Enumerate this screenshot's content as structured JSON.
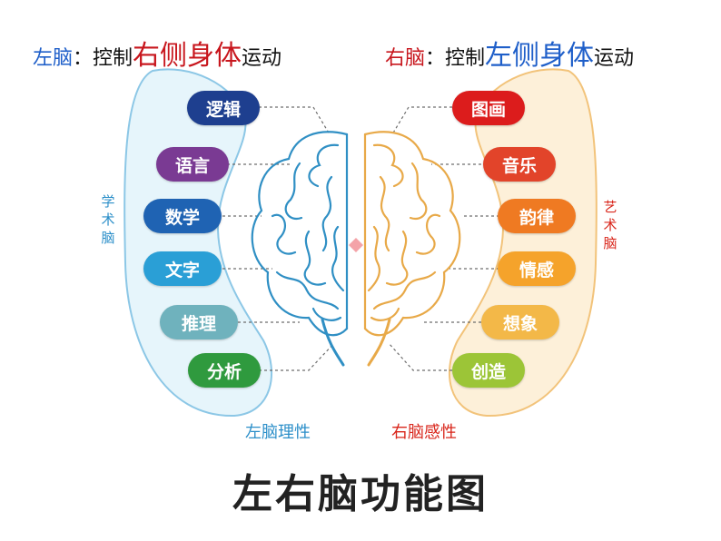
{
  "captions": {
    "left": {
      "head": "左脑",
      "mid": "：控制",
      "big": "右侧身体",
      "tail": "运动",
      "head_color": "#1f5fc9",
      "big_color": "#c8161d"
    },
    "right": {
      "head": "右脑",
      "mid": "：控制",
      "big": "左侧身体",
      "tail": "运动",
      "head_color": "#c8161d",
      "big_color": "#1f5fc9"
    }
  },
  "left_hemisphere": {
    "side_label": "学术脑",
    "bottom_label": "左脑理性",
    "label_color": "#2c8fc9",
    "items": [
      {
        "label": "逻辑",
        "color": "#1e3f8f"
      },
      {
        "label": "语言",
        "color": "#7a3a93"
      },
      {
        "label": "数学",
        "color": "#1f63b3"
      },
      {
        "label": "文字",
        "color": "#2a9fd6"
      },
      {
        "label": "推理",
        "color": "#6fb2bd"
      },
      {
        "label": "分析",
        "color": "#2f9a3e"
      }
    ]
  },
  "right_hemisphere": {
    "side_label": "艺术脑",
    "bottom_label": "右脑感性",
    "label_color": "#d9271c",
    "items": [
      {
        "label": "图画",
        "color": "#dc1c1c"
      },
      {
        "label": "音乐",
        "color": "#e2442a"
      },
      {
        "label": "韵律",
        "color": "#ef7a22"
      },
      {
        "label": "情感",
        "color": "#f5a32b"
      },
      {
        "label": "想象",
        "color": "#f3b848"
      },
      {
        "label": "创造",
        "color": "#9cc537"
      }
    ]
  },
  "colors": {
    "left_band_fill": "#e6f5fb",
    "left_band_stroke": "#8cc7e6",
    "right_band_fill": "#fdf0d9",
    "right_band_stroke": "#f2c37a",
    "left_brain_stroke": "#2f8fc4",
    "right_brain_stroke": "#e8a948",
    "leader": "#6d6d6d"
  },
  "title": "左右脑功能图"
}
